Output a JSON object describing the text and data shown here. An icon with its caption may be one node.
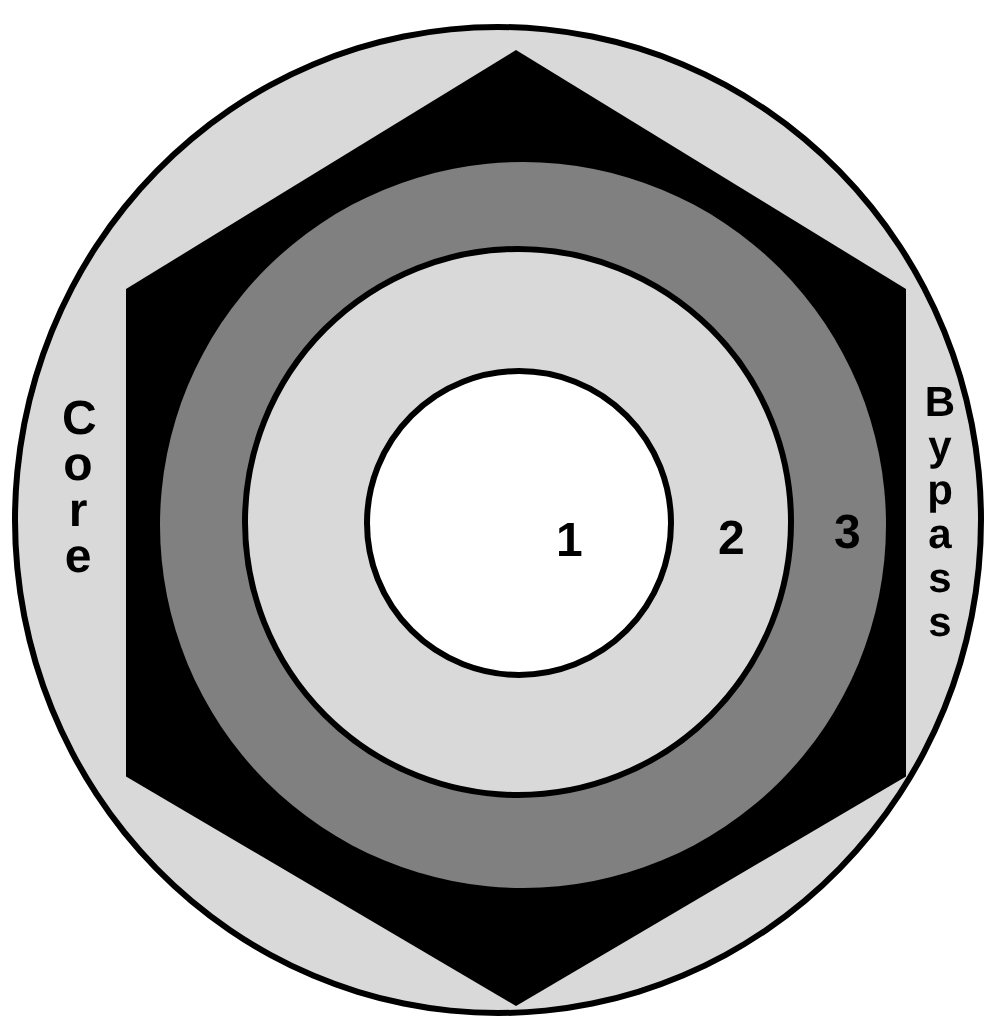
{
  "diagram": {
    "nodes": [
      {
        "text": [
          "Core",
          "Bypass"
        ]
      },
      {
        "text": [],
        "shape": "hexagon",
        "in": 0
      },
      {
        "text": [
          "3"
        ],
        "in": 1
      },
      {
        "text": [
          "2"
        ],
        "in": 2
      },
      {
        "text": [
          "1"
        ],
        "in": 3
      }
    ]
  }
}
